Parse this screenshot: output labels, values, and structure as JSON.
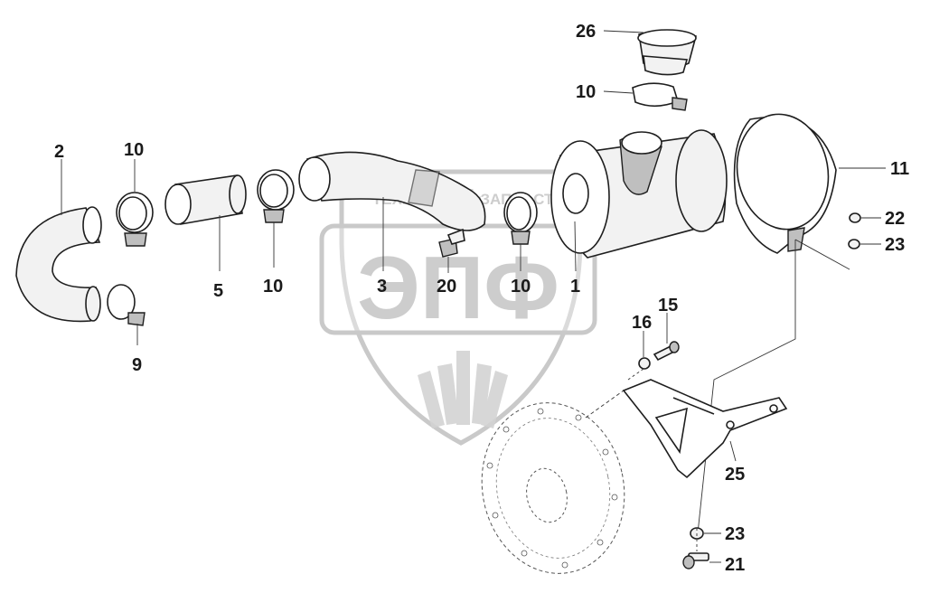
{
  "watermark": {
    "brand_text": "ЭПФ",
    "tagline_left": "ТЕХНИКА",
    "tagline_right": "ЗАПЧАСТИ",
    "gear_icon": "gear-icon",
    "color": "#c4c4c4"
  },
  "callouts": {
    "c26": "26",
    "c10_top": "10",
    "c2": "2",
    "c10_a": "10",
    "c11": "11",
    "c22": "22",
    "c23_top": "23",
    "c5": "5",
    "c10_b": "10",
    "c3": "3",
    "c20": "20",
    "c10_c": "10",
    "c1": "1",
    "c9": "9",
    "c15": "15",
    "c16": "16",
    "c25": "25",
    "c23_bottom": "23",
    "c21": "21"
  }
}
